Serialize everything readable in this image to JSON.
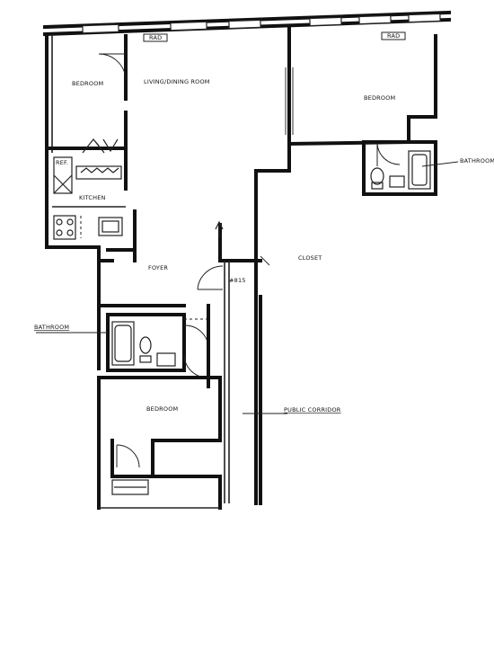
{
  "rooms": {
    "bedroom_left": "BEDROOM",
    "living_dining": "LIVING/DINING ROOM",
    "bedroom_right": "BEDROOM",
    "bathroom_right": "BATHROOM",
    "kitchen": "KITCHEN",
    "refrigerator": "REF.",
    "foyer": "FOYER",
    "closet": "CLOSET",
    "unit_number": "#815",
    "bathroom_left": "BATHROOM",
    "bedroom_bottom": "BEDROOM",
    "public_corridor": "PUBLIC CORRIDOR"
  },
  "radiators": {
    "rad_left": "RAD",
    "rad_right": "RAD"
  }
}
